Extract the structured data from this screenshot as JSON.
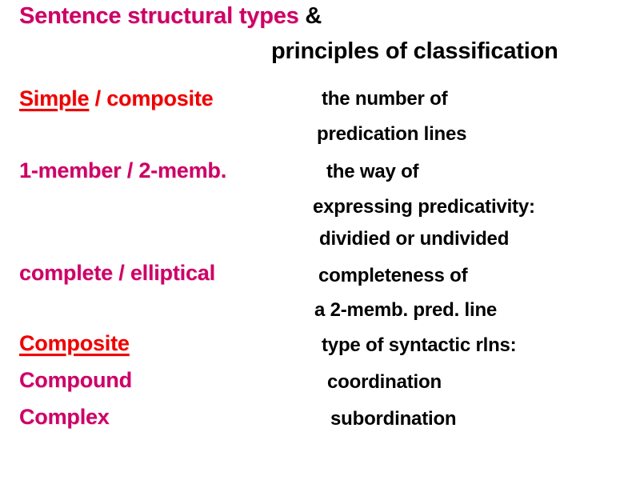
{
  "slide": {
    "background_color": "#FFFFFF",
    "accent_magenta": "#CC0066",
    "accent_red": "#EE0000",
    "text_black": "#000000",
    "title": {
      "line1_highlight": "Sentence structural types",
      "line1_tail": " &",
      "line2": "principles of classification"
    },
    "terms": {
      "simple_underlined": "Simple",
      "simple_rest": " / composite",
      "one_member": "1-member / 2-memb.",
      "complete": "complete / elliptical",
      "composite": "Composite",
      "compound": "Compound",
      "complex": "Complex"
    },
    "criteria": {
      "line1": "the number of",
      "line2": "predication lines",
      "line3": "the way of",
      "line4": "expressing predicativity:",
      "line5": "dividied or undivided",
      "line6": "completeness of",
      "line7": "a 2-memb. pred. line",
      "line8": "type of syntactic rlns:",
      "line9": "coordination",
      "line10": "subordination"
    }
  }
}
